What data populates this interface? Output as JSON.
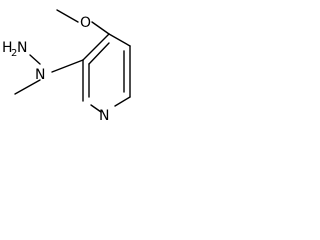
{
  "molecule": {
    "atoms": {
      "oxygen": "O",
      "hydrazine_nh": "H",
      "hydrazine_n2": "N",
      "hydrazine_sub": "2",
      "amine_n": "N",
      "ring_n": "N"
    }
  },
  "colors": {
    "bond": "#000000",
    "label": "#000000",
    "background": "#ffffff"
  }
}
